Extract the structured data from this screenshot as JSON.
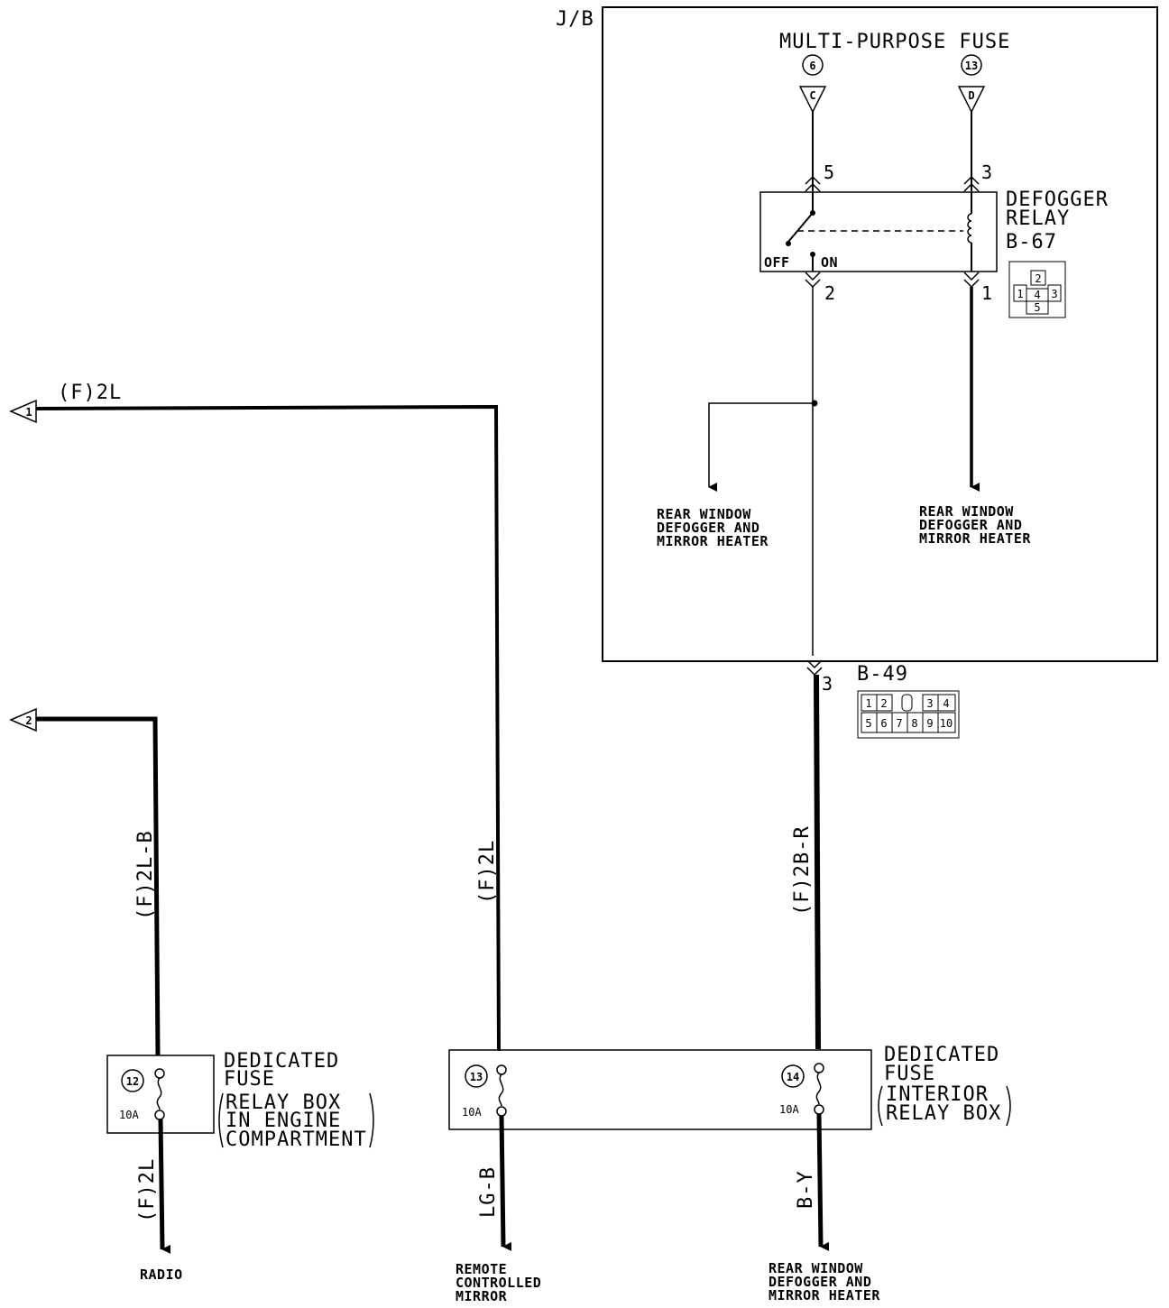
{
  "jb_label": "J/B",
  "multi_fuse_label": "MULTI-PURPOSE FUSE",
  "multi_fuses": [
    {
      "number": "6",
      "connector": "C"
    },
    {
      "number": "13",
      "connector": "D"
    }
  ],
  "relay": {
    "label_line1": "DEFOGGER",
    "label_line2": "RELAY",
    "connector_id": "B-67",
    "pin_top_left": "5",
    "pin_top_right": "3",
    "pin_bottom_left": "2",
    "pin_bottom_right": "1",
    "off_label": "OFF",
    "on_label": "ON",
    "connector_pins": [
      "2",
      "1",
      "4",
      "3",
      "5"
    ]
  },
  "jb_outputs": [
    {
      "line1": "REAR WINDOW",
      "line2": "DEFOGGER AND",
      "line3": "MIRROR HEATER"
    },
    {
      "line1": "REAR WINDOW",
      "line2": "DEFOGGER AND",
      "line3": "MIRROR HEATER"
    }
  ],
  "connector_b49": {
    "id": "B-49",
    "pin": "3",
    "pins_top": [
      "1",
      "2",
      "",
      "3",
      "4"
    ],
    "pins_bottom": [
      "5",
      "6",
      "7",
      "8",
      "9",
      "10"
    ]
  },
  "arrow_refs": [
    {
      "num": "1",
      "wire": "(F)2L"
    },
    {
      "num": "2",
      "wire": ""
    }
  ],
  "wires": {
    "w_2lb": "(F)2L-B",
    "w_2l": "(F)2L",
    "w_2br": "(F)2B-R",
    "w_radio": "(F)2L",
    "w_lgb": "LG-B",
    "w_by": "B-Y"
  },
  "fuse_engine": {
    "number": "12",
    "rating": "10A",
    "label1": "DEDICATED",
    "label2": "FUSE",
    "sub1": "RELAY BOX",
    "sub2": "IN ENGINE",
    "sub3": "COMPARTMENT"
  },
  "fuse_interior": [
    {
      "number": "13",
      "rating": "10A"
    },
    {
      "number": "14",
      "rating": "10A"
    }
  ],
  "fuse_interior_label": {
    "label1": "DEDICATED",
    "label2": "FUSE",
    "sub1": "INTERIOR",
    "sub2": "RELAY BOX"
  },
  "outputs": {
    "radio": "RADIO",
    "mirror_line1": "REMOTE",
    "mirror_line2": "CONTROLLED",
    "mirror_line3": "MIRROR",
    "heater_line1": "REAR WINDOW",
    "heater_line2": "DEFOGGER AND",
    "heater_line3": "MIRROR HEATER"
  }
}
